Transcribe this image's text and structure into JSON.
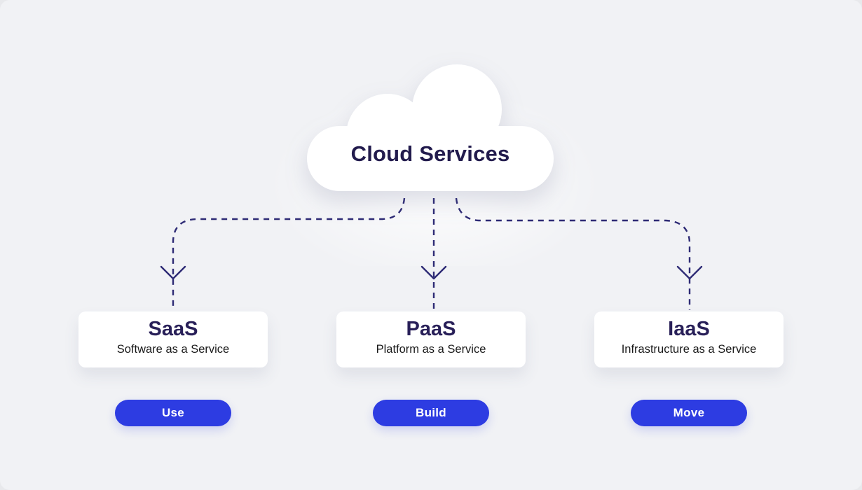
{
  "cloud": {
    "label": "Cloud Services"
  },
  "nodes": [
    {
      "title": "SaaS",
      "subtitle": "Software as a Service",
      "action_label": "Use"
    },
    {
      "title": "PaaS",
      "subtitle": "Platform as a Service",
      "action_label": "Build"
    },
    {
      "title": "IaaS",
      "subtitle": "Infrastructure as a Service",
      "action_label": "Move"
    }
  ],
  "colors": {
    "background": "#f1f2f5",
    "card_background": "#ffffff",
    "accent_blue": "#2d3ce2",
    "connector_indigo": "#2e2b75",
    "heading_navy": "#221b4d",
    "card_title_navy": "#281f58",
    "subtitle_text": "#191919",
    "button_text": "#ffffff"
  }
}
